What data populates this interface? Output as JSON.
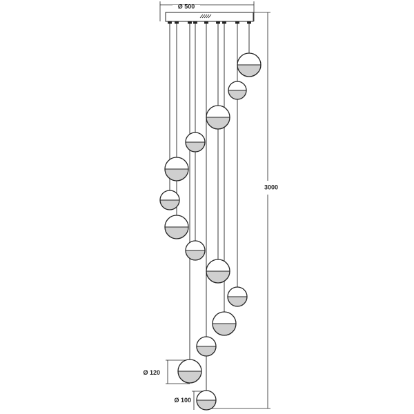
{
  "dimensions": {
    "canopy_diameter": "Ø 500",
    "total_height": "3000",
    "large_sphere_diameter": "Ø 120",
    "small_sphere_diameter": "Ø 100"
  },
  "colors": {
    "line": "#222222",
    "fill": "#ffffff",
    "glass": "#cfcfcf"
  }
}
